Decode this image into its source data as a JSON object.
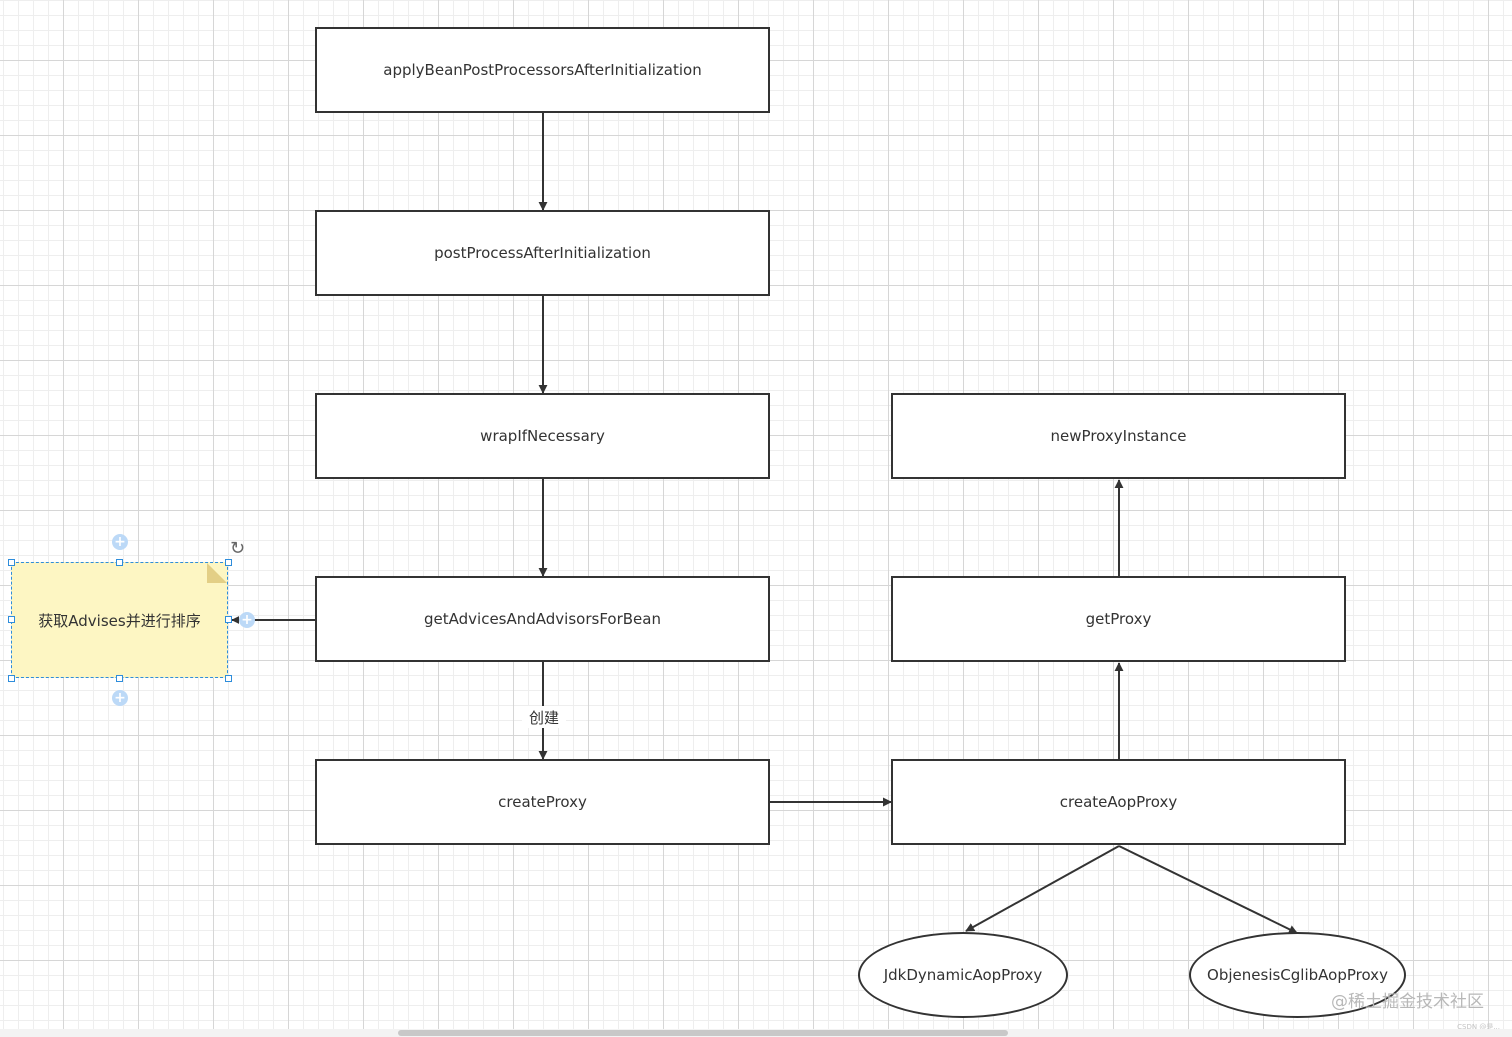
{
  "nodes": {
    "apply_bean_post_processors": "applyBeanPostProcessorsAfterInitialization",
    "post_process_after_init": "postProcessAfterInitialization",
    "wrap_if_necessary": "wrapIfNecessary",
    "get_advices_and_advisors": "getAdvicesAndAdvisorsForBean",
    "create_proxy": "createProxy",
    "create_aop_proxy": "createAopProxy",
    "get_proxy": "getProxy",
    "new_proxy_instance": "newProxyInstance",
    "jdk_dynamic_aop_proxy": "JdkDynamicAopProxy",
    "objenesis_cglib_aop_proxy": "ObjenesisCglibAopProxy"
  },
  "note": {
    "text": "获取Advises并进行排序",
    "fill_color": "#fdf6c3",
    "selection_color": "#2e8ddb"
  },
  "edge_labels": {
    "create": "创建"
  },
  "icons": {
    "plus": "+",
    "rotate": "↻"
  },
  "watermark": {
    "text": "@稀土掘金技术社区",
    "small": "CSDN @是..."
  },
  "colors": {
    "stroke": "#333333",
    "grid_major": "#d6d6d6",
    "grid_minor": "#eeeeee"
  }
}
